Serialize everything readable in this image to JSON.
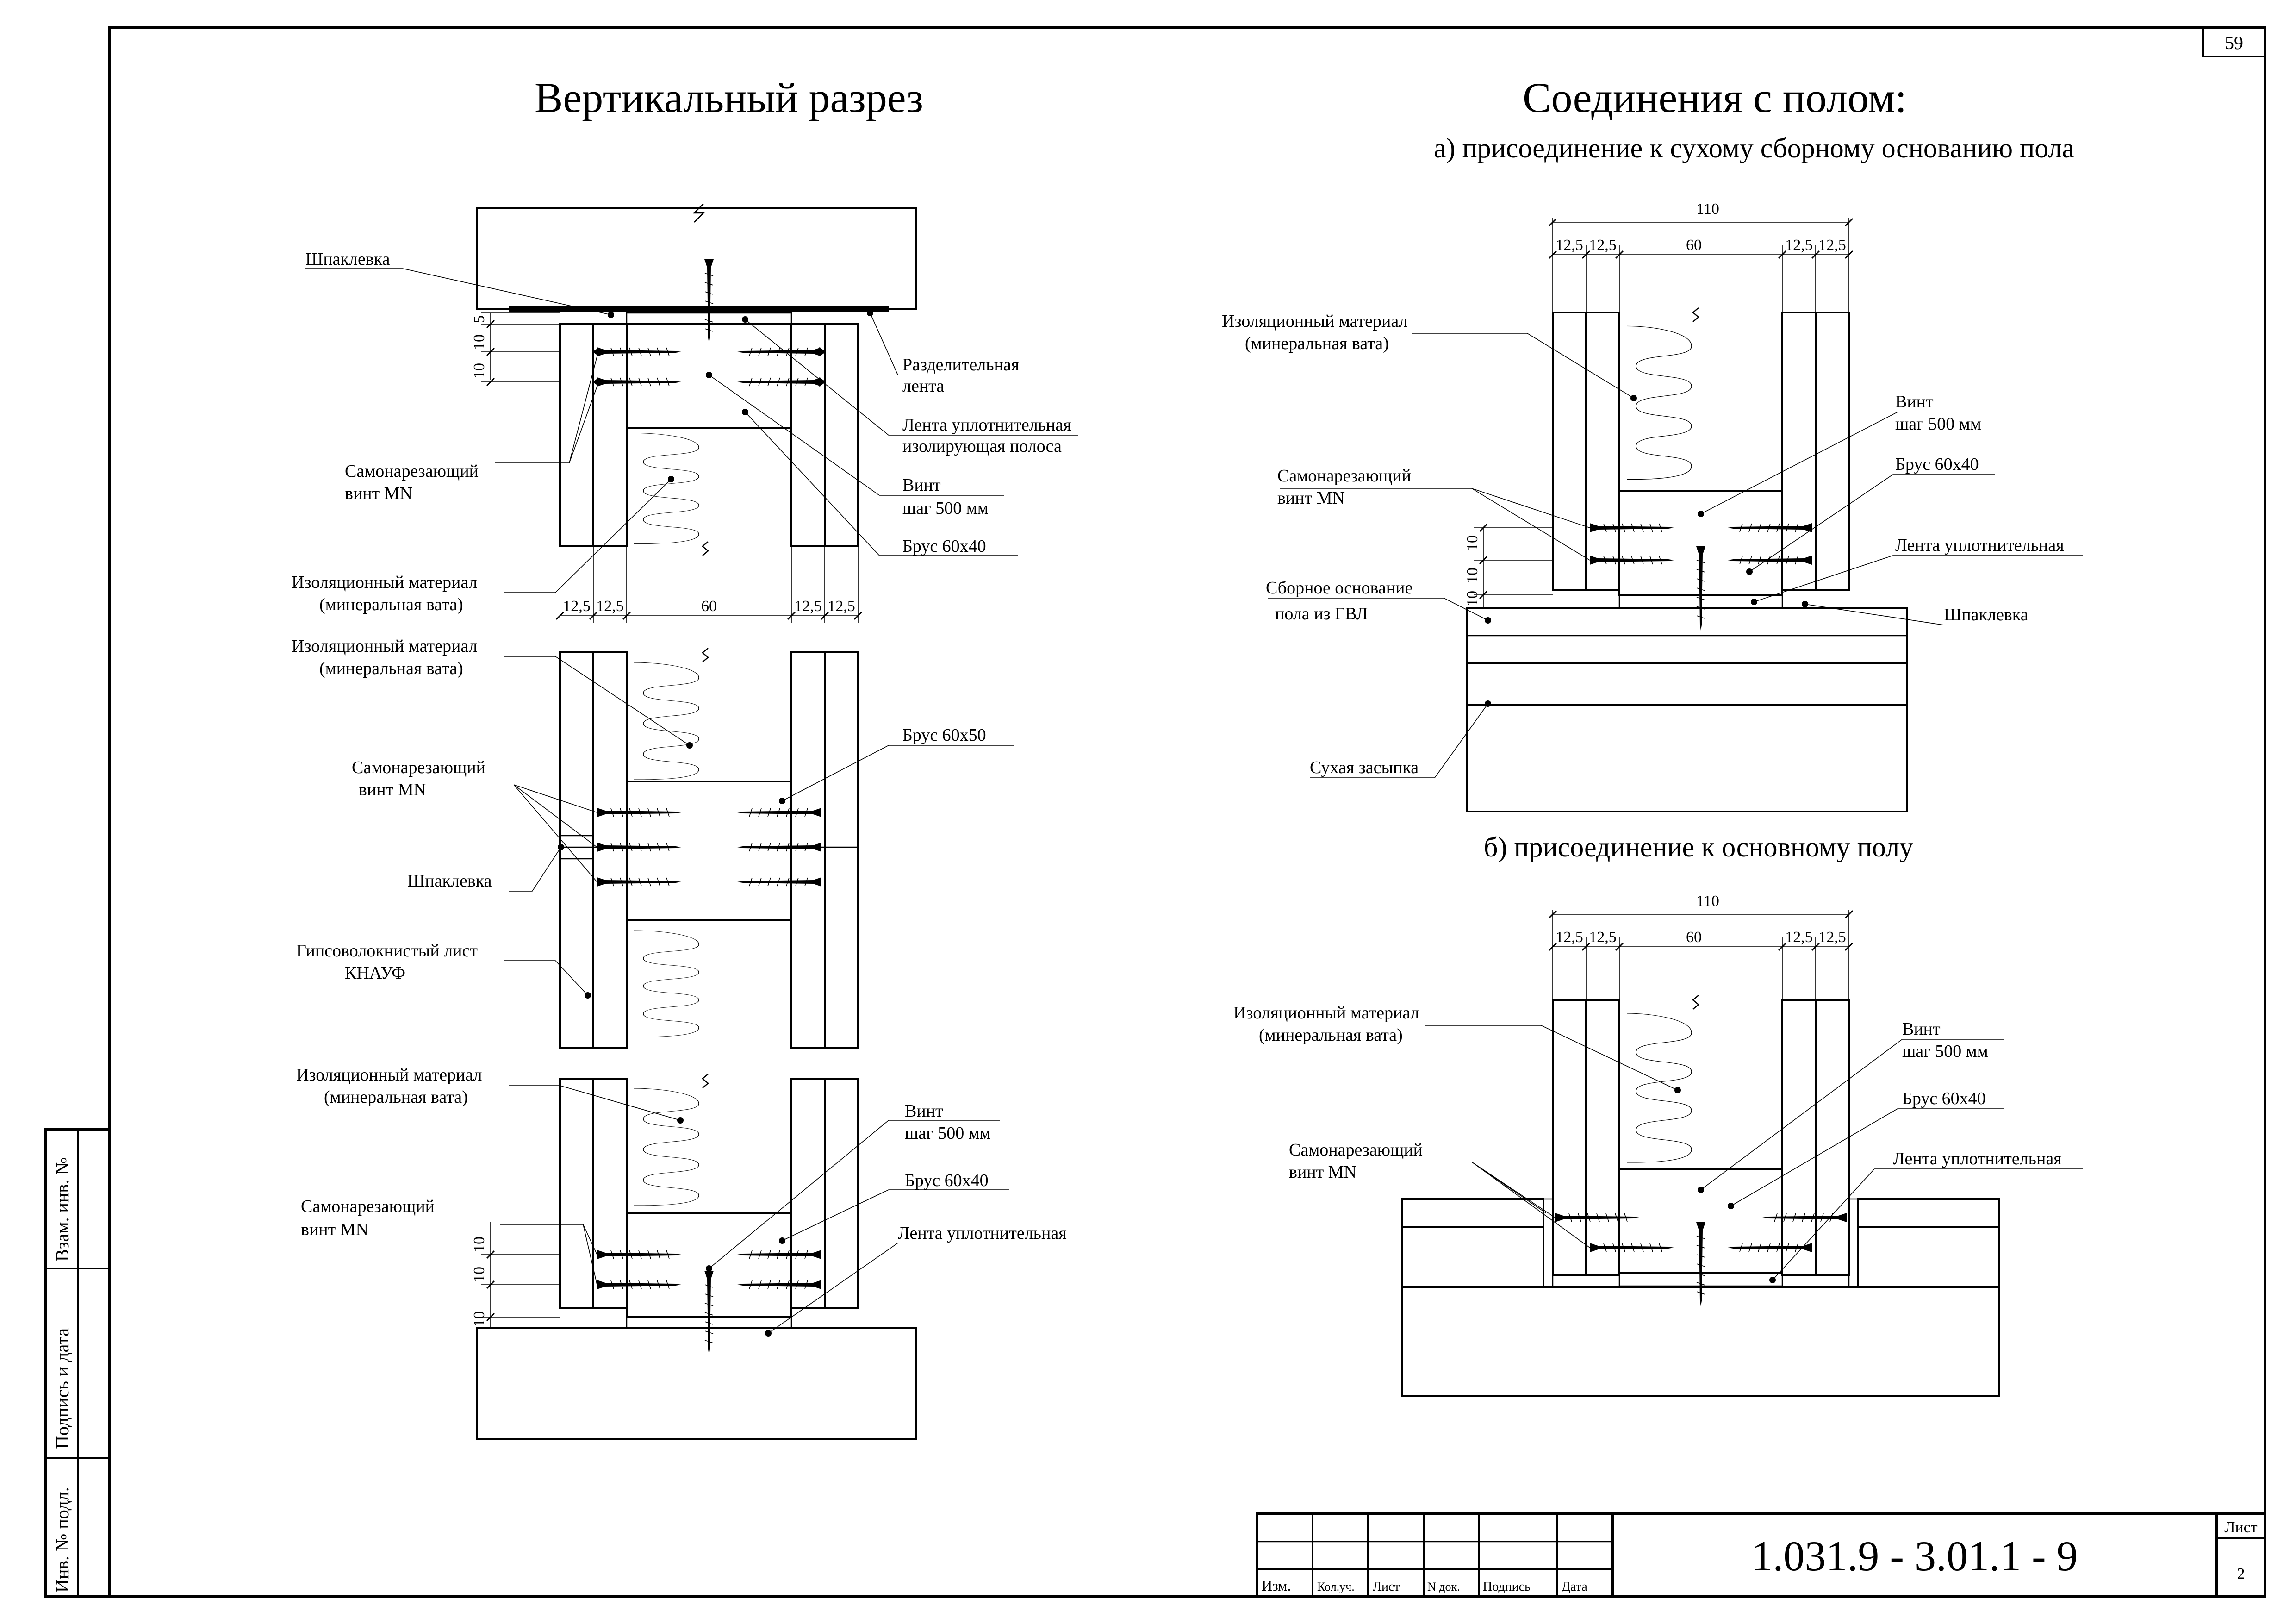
{
  "page_number": "59",
  "left": {
    "title": "Вертикальный   разрез",
    "top": {
      "labels": {
        "shpaklevka": "Шпаклевка",
        "razd_1": "Разделительная",
        "razd_2": "лента",
        "lenta_1": "Лента уплотнительная",
        "lenta_2": "изолирующая полоса",
        "vint": "Винт",
        "shag": "шаг 500 мм",
        "brus": "Брус 60х40",
        "samo_1": "Самонарезающий",
        "samo_2": "винт MN",
        "izol_1": "Изоляционный материал",
        "izol_2": "(минеральная вата)"
      },
      "dims": {
        "d1": "10",
        "d2": "10",
        "d3": "5"
      }
    },
    "bottom_dims": [
      "12,5",
      "12,5",
      "60",
      "12,5",
      "12,5"
    ],
    "middle": {
      "labels": {
        "izol_1": "Изоляционный материал",
        "izol_2": "(минеральная вата)",
        "brus": "Брус 60х50",
        "samo_1": "Самонарезающий",
        "samo_2": "винт MN",
        "shpaklevka": "Шпаклевка",
        "gvl_1": "Гипсоволокнистый лист",
        "gvl_2": "КНАУФ"
      }
    },
    "bottom": {
      "labels": {
        "izol_1": "Изоляционный материал",
        "izol_2": "(минеральная вата)",
        "vint": "Винт",
        "shag": "шаг 500 мм",
        "brus": "Брус 60х40",
        "samo_1": "Самонарезающий",
        "samo_2": "винт MN",
        "lenta": "Лента уплотнительная"
      },
      "dims": {
        "d1": "10",
        "d2": "10",
        "d3": "10"
      }
    }
  },
  "right": {
    "title": "Соединения с полом:",
    "a": {
      "subtitle": "а) присоединение к сухому сборному основанию пола",
      "dims": {
        "total": "110",
        "parts": [
          "12,5",
          "12,5",
          "60",
          "12,5",
          "12,5"
        ],
        "v": [
          "10",
          "10",
          "10"
        ]
      },
      "labels": {
        "izol_1": "Изоляционный материал",
        "izol_2": "(минеральная вата)",
        "vint": "Винт",
        "shag": "шаг 500 мм",
        "brus": "Брус 60х40",
        "samo_1": "Самонарезающий",
        "samo_2": "винт MN",
        "lenta": "Лента уплотнительная",
        "sbor_1": "Сборное основание",
        "sbor_2": "пола из ГВЛ",
        "shpaklevka": "Шпаклевка",
        "zasypka": "Сухая засыпка"
      }
    },
    "b": {
      "subtitle": "б) присоединение к основному полу",
      "dims": {
        "total": "110",
        "parts": [
          "12,5",
          "12,5",
          "60",
          "12,5",
          "12,5"
        ]
      },
      "labels": {
        "izol_1": "Изоляционный материал",
        "izol_2": "(минеральная вата)",
        "vint": "Винт",
        "shag": "шаг 500 мм",
        "brus": "Брус 60х40",
        "samo_1": "Самонарезающий",
        "samo_2": "винт MN",
        "lenta": "Лента уплотнительная"
      }
    }
  },
  "stamp": {
    "cols": [
      "Изм.",
      "Кол.уч.",
      "Лист",
      "N док.",
      "Подпись",
      "Дата"
    ],
    "code": "1.031.9 - 3.01.1 - 9",
    "sheet_label": "Лист",
    "sheet_value": "2"
  },
  "side_cells": [
    "Взам. инв. №",
    "Подпись и дата",
    "Инв. № подл."
  ]
}
